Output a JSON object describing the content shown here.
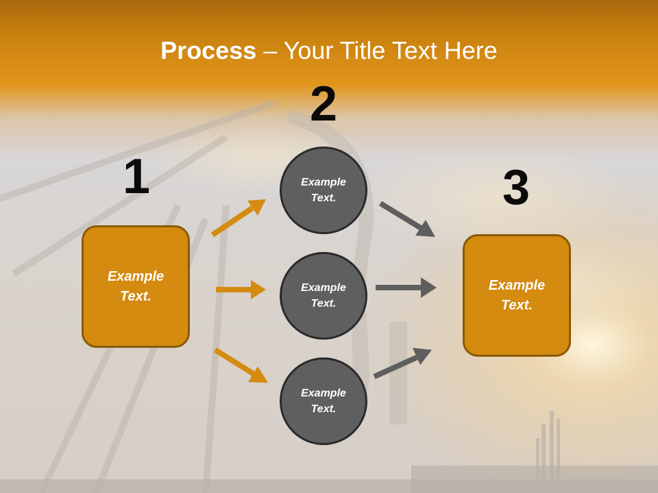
{
  "slide": {
    "title_bold": "Process",
    "title_rest": " – Your Title Text Here",
    "steps": [
      {
        "number": "1"
      },
      {
        "number": "2"
      },
      {
        "number": "3"
      }
    ],
    "left_box": {
      "text": "Example\nText."
    },
    "circles": [
      {
        "text": "Example\nText."
      },
      {
        "text": "Example\nText."
      },
      {
        "text": "Example\nText."
      }
    ],
    "right_box": {
      "text": "Example\nText."
    }
  },
  "colors": {
    "accent_orange": "#d48b10",
    "circle_gray": "#5f5f5f",
    "arrow_orange": "#d48b10",
    "arrow_gray": "#5e5e5e"
  }
}
